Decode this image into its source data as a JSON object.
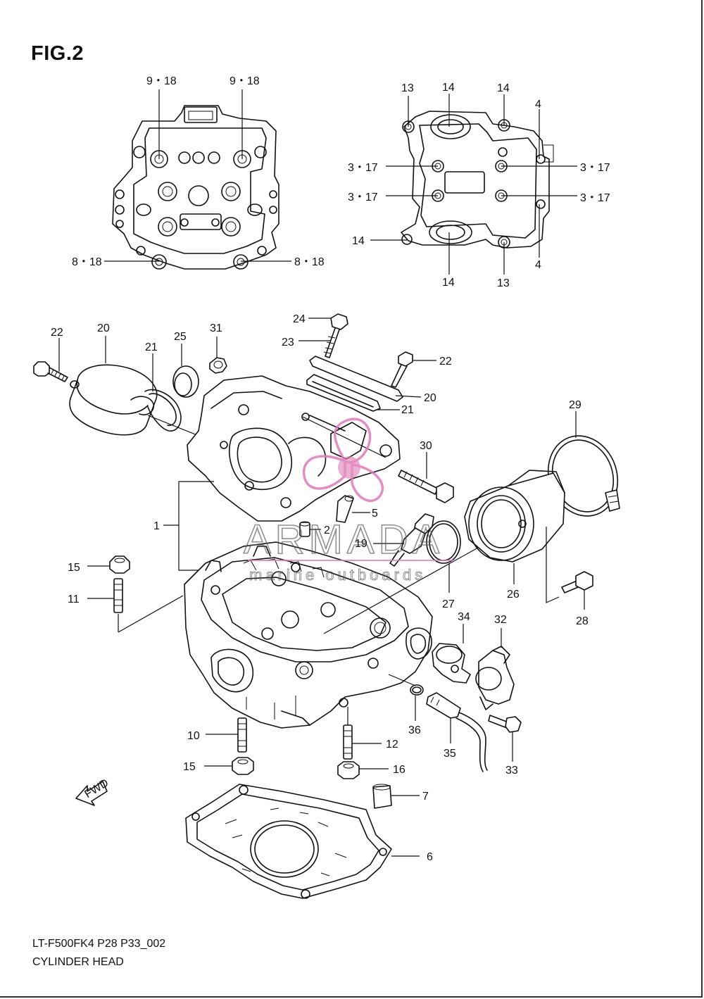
{
  "figure": {
    "title": "FIG.2",
    "model_code": "LT-F500FK4 P28 P33_002",
    "caption": "CYLINDER HEAD"
  },
  "watermark": {
    "brand": "ARMADA",
    "tagline": "marine outboards",
    "logo_color": "#e07ab8"
  },
  "callouts": {
    "c_9_18_left": "9・18",
    "c_9_18_right": "9・18",
    "c_8_18_left": "8・18",
    "c_8_18_right": "8・18",
    "c_13_top": "13",
    "c_14_top_a": "14",
    "c_14_top_b": "14",
    "c_4_top": "4",
    "c_3_17_ul": "3・17",
    "c_3_17_ur": "3・17",
    "c_3_17_ll": "3・17",
    "c_3_17_lr": "3・17",
    "c_14_left": "14",
    "c_4_bottom": "4",
    "c_14_bottom": "14",
    "c_13_bottom": "13",
    "c_24": "24",
    "c_23": "23",
    "c_22_left": "22",
    "c_20_left": "20",
    "c_21_left": "21",
    "c_25": "25",
    "c_31": "31",
    "c_22_right": "22",
    "c_20_right": "20",
    "c_21_right": "21",
    "c_29": "29",
    "c_30": "30",
    "c_5": "5",
    "c_1": "1",
    "c_2": "2",
    "c_19": "19",
    "c_15_top": "15",
    "c_11": "11",
    "c_27": "27",
    "c_26": "26",
    "c_28": "28",
    "c_34": "34",
    "c_32": "32",
    "c_36": "36",
    "c_35": "35",
    "c_33": "33",
    "c_10": "10",
    "c_12": "12",
    "c_15_bottom": "15",
    "c_16": "16",
    "c_7": "7",
    "c_6": "6"
  },
  "fwd_arrow_label": "FWD"
}
